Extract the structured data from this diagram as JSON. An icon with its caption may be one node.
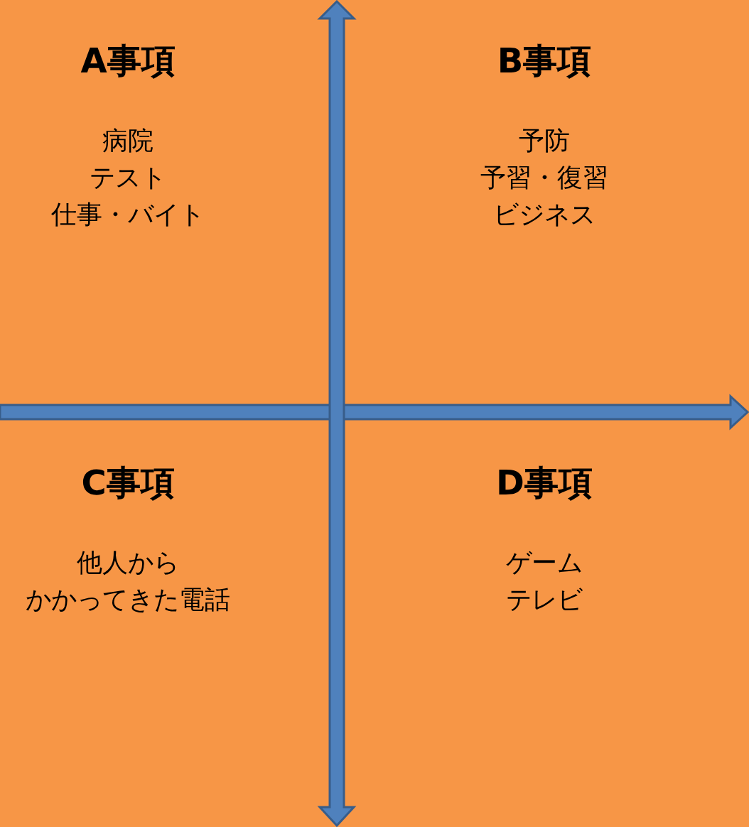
{
  "diagram": {
    "nodes": [
      {
        "text": [
          "A事項",
          "病院",
          "テスト",
          "仕事・バイト"
        ]
      },
      {
        "text": [
          "B事項",
          "予防",
          "予習・復習",
          "ビジネス"
        ]
      },
      {
        "text": [
          "C事項",
          "他人からかかってきた電話"
        ]
      },
      {
        "text": [
          "D事項",
          "ゲーム",
          "テレビ"
        ]
      }
    ]
  }
}
